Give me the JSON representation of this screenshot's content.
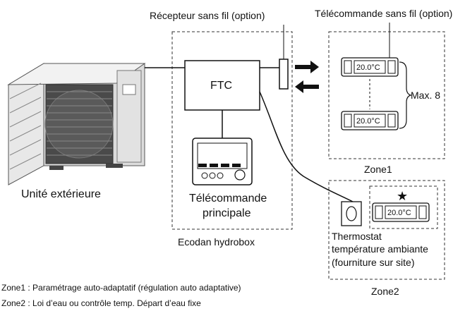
{
  "labels": {
    "wireless_receiver": "Récepteur sans fil (option)",
    "wireless_remote": "Télécommande sans fil (option)",
    "ftc": "FTC",
    "max": "Max. 8",
    "zone1": "Zone1",
    "zone2": "Zone2",
    "outdoor_unit": "Unité extérieure",
    "main_remote_line1": "Télécommande",
    "main_remote_line2": "principale",
    "hydrobox": "Ecodan hydrobox",
    "thermostat_line1": "Thermostat",
    "thermostat_line2": "température ambiante",
    "thermostat_line3": "(fourniture sur site)",
    "lcd_temp": "20.0°C",
    "star": "★"
  },
  "notes": [
    "Zone1 : Paramétrage auto-adaptatif (régulation auto adaptative)",
    "Zone2 : Loi d’eau ou contrôle temp. Départ d’eau fixe"
  ]
}
